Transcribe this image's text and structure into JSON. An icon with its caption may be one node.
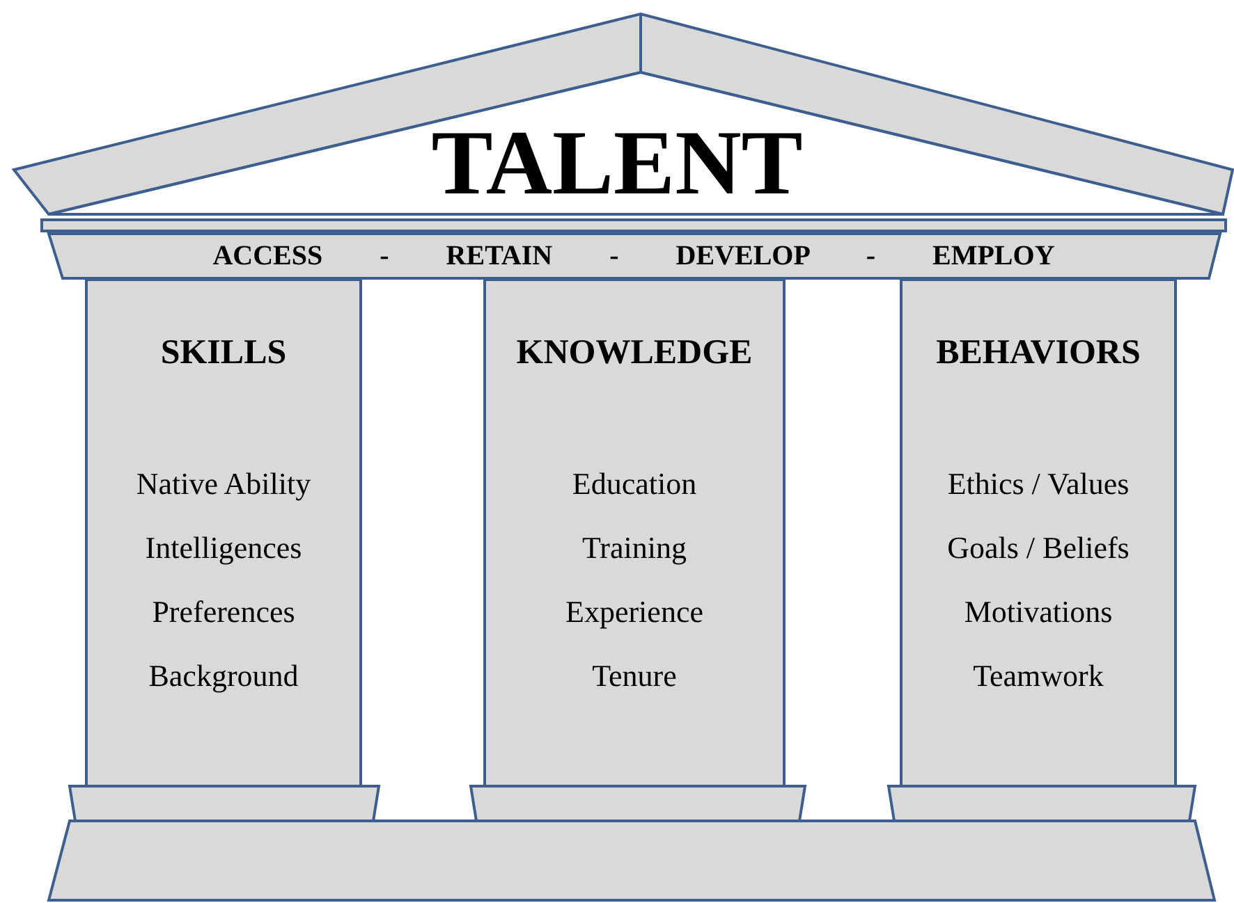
{
  "diagram": {
    "nodes": [
      {
        "text": [
          "TALENT"
        ]
      },
      {
        "text": [
          "ACCESS - RETAIN - DEVELOP - EMPLOY"
        ]
      },
      {
        "text": [
          "SKILLS",
          "Native Ability",
          "Intelligences",
          "Preferences",
          "Background"
        ]
      },
      {
        "text": [
          "KNOWLEDGE",
          "Education",
          "Training",
          "Experience",
          "Tenure"
        ]
      },
      {
        "text": [
          "BEHAVIORS",
          "Ethics / Values",
          "Goals / Beliefs",
          "Motivations",
          "Teamwork"
        ]
      }
    ]
  }
}
